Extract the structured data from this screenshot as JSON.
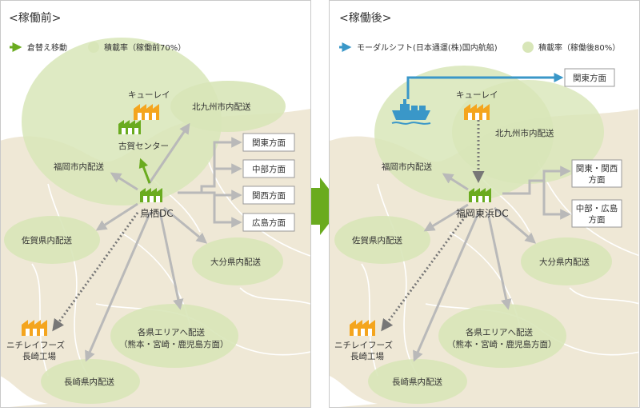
{
  "before": {
    "title": "<稼働前>",
    "legend_move": "倉替え移動",
    "legend_load": "積載率（稼働前70%）",
    "hub": "鳥栖DC",
    "kyurei": "キューレイ",
    "koga": "古賀センター",
    "kitakyushu": "北九州市内配送",
    "fukuoka": "福岡市内配送",
    "saga": "佐賀県内配送",
    "oita": "大分県内配送",
    "kaku_line1": "各県エリアへ配送",
    "kaku_line2": "（熊本・宮崎・鹿児島方面）",
    "nagasaki": "長崎県内配送",
    "nichirei_line1": "ニチレイフーズ",
    "nichirei_line2": "長崎工場",
    "dest1": "関東方面",
    "dest2": "中部方面",
    "dest3": "関西方面",
    "dest4": "広島方面"
  },
  "after": {
    "title": "<稼働後>",
    "legend_modal": "モーダルシフト(日本通運(株)国内航船)",
    "legend_load": "積載率（稼働後80%）",
    "hub": "福岡東浜DC",
    "kyurei": "キューレイ",
    "kanto": "関東方面",
    "kitakyushu": "北九州市内配送",
    "fukuoka": "福岡市内配送",
    "saga": "佐賀県内配送",
    "oita": "大分県内配送",
    "kaku_line1": "各県エリアへ配送",
    "kaku_line2": "（熊本・宮崎・鹿児島方面）",
    "nagasaki": "長崎県内配送",
    "nichirei_line1": "ニチレイフーズ",
    "nichirei_line2": "長崎工場",
    "dest1_line1": "関東・関西",
    "dest1_line2": "方面",
    "dest2_line1": "中部・広島",
    "dest2_line2": "方面"
  },
  "colors": {
    "map": "#efe8d6",
    "bubble": "#d8e6b8",
    "arrow": "#b9b9b9",
    "green": "#6aab1f",
    "blue": "#3a97c8",
    "orange": "#f4a51e",
    "text": "#333333"
  }
}
